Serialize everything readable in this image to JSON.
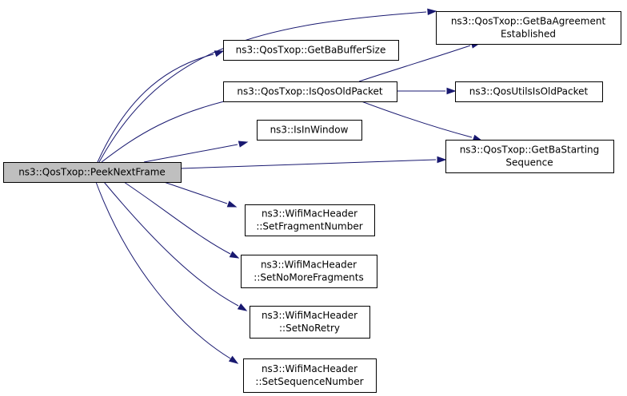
{
  "graph": {
    "edge_color": "#191970",
    "root_fill": "#bfbfbf",
    "nodes": [
      {
        "id": "peek",
        "lines": [
          "ns3::QosTxop::PeekNextFrame"
        ],
        "root": true
      },
      {
        "id": "agreement",
        "lines": [
          "ns3::QosTxop::GetBaAgreement",
          "Established"
        ]
      },
      {
        "id": "buffersize",
        "lines": [
          "ns3::QosTxop::GetBaBufferSize"
        ]
      },
      {
        "id": "isqosold",
        "lines": [
          "ns3::QosTxop::IsQosOldPacket"
        ]
      },
      {
        "id": "qosutils",
        "lines": [
          "ns3::QosUtilsIsOldPacket"
        ]
      },
      {
        "id": "isinwindow",
        "lines": [
          "ns3::IsInWindow"
        ]
      },
      {
        "id": "starting",
        "lines": [
          "ns3::QosTxop::GetBaStarting",
          "Sequence"
        ]
      },
      {
        "id": "fragment",
        "lines": [
          "ns3::WifiMacHeader",
          "::SetFragmentNumber"
        ]
      },
      {
        "id": "nomore",
        "lines": [
          "ns3::WifiMacHeader",
          "::SetNoMoreFragments"
        ]
      },
      {
        "id": "noretry",
        "lines": [
          "ns3::WifiMacHeader",
          "::SetNoRetry"
        ]
      },
      {
        "id": "seqnum",
        "lines": [
          "ns3::WifiMacHeader",
          "::SetSequenceNumber"
        ]
      }
    ],
    "edges": [
      {
        "from": "peek",
        "to": "agreement"
      },
      {
        "from": "peek",
        "to": "buffersize"
      },
      {
        "from": "peek",
        "to": "isqosold"
      },
      {
        "from": "peek",
        "to": "isinwindow"
      },
      {
        "from": "peek",
        "to": "starting"
      },
      {
        "from": "peek",
        "to": "fragment"
      },
      {
        "from": "peek",
        "to": "nomore"
      },
      {
        "from": "peek",
        "to": "noretry"
      },
      {
        "from": "peek",
        "to": "seqnum"
      },
      {
        "from": "isqosold",
        "to": "agreement"
      },
      {
        "from": "isqosold",
        "to": "qosutils"
      },
      {
        "from": "isqosold",
        "to": "starting"
      }
    ]
  }
}
